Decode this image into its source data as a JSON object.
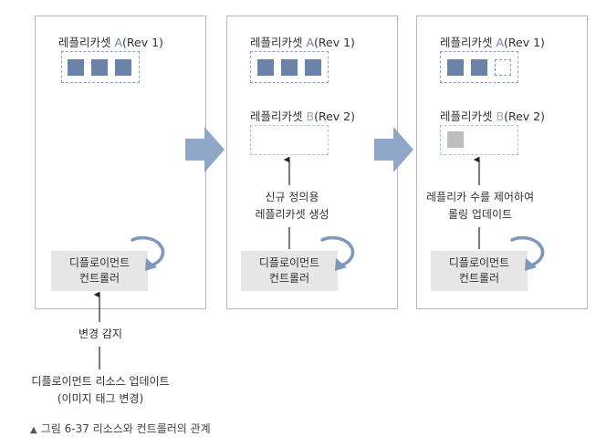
{
  "panels": [
    {
      "rs_a": {
        "prefix": "레플리카셋 ",
        "letter": "A",
        "suffix": "(Rev 1)"
      },
      "controller": {
        "line1": "디플로이먼트",
        "line2": "컨트롤러"
      }
    },
    {
      "rs_a": {
        "prefix": "레플리카셋 ",
        "letter": "A",
        "suffix": "(Rev 1)"
      },
      "rs_b": {
        "prefix": "레플리카셋 ",
        "letter": "B",
        "suffix": "(Rev 2)"
      },
      "note": {
        "line1": "신규 정의용",
        "line2": "레플리카셋 생성"
      },
      "controller": {
        "line1": "디플로이먼트",
        "line2": "컨트롤러"
      }
    },
    {
      "rs_a": {
        "prefix": "레플리카셋 ",
        "letter": "A",
        "suffix": "(Rev 1)"
      },
      "rs_b": {
        "prefix": "레플리카셋 ",
        "letter": "B",
        "suffix": "(Rev 2)"
      },
      "note": {
        "line1": "레플리카 수를 제어하여",
        "line2": "롤링 업데이트"
      },
      "controller": {
        "line1": "디플로이먼트",
        "line2": "컨트롤러"
      }
    }
  ],
  "bottom": {
    "detect": "변경 감지",
    "update_line1": "디플로이먼트 리소스 업데이트",
    "update_line2": "(이미지 태그 변경)"
  },
  "caption": {
    "marker": "▲",
    "text": "그림 6-37 리소스와 컨트롤러의 관계"
  },
  "colors": {
    "pod": "#6b83a8",
    "dashed": "#8aa1c2",
    "transition_arrow": "#8fa6c6",
    "controller_bg": "#e6e6e6",
    "new_pod": "#bdbdbd"
  }
}
